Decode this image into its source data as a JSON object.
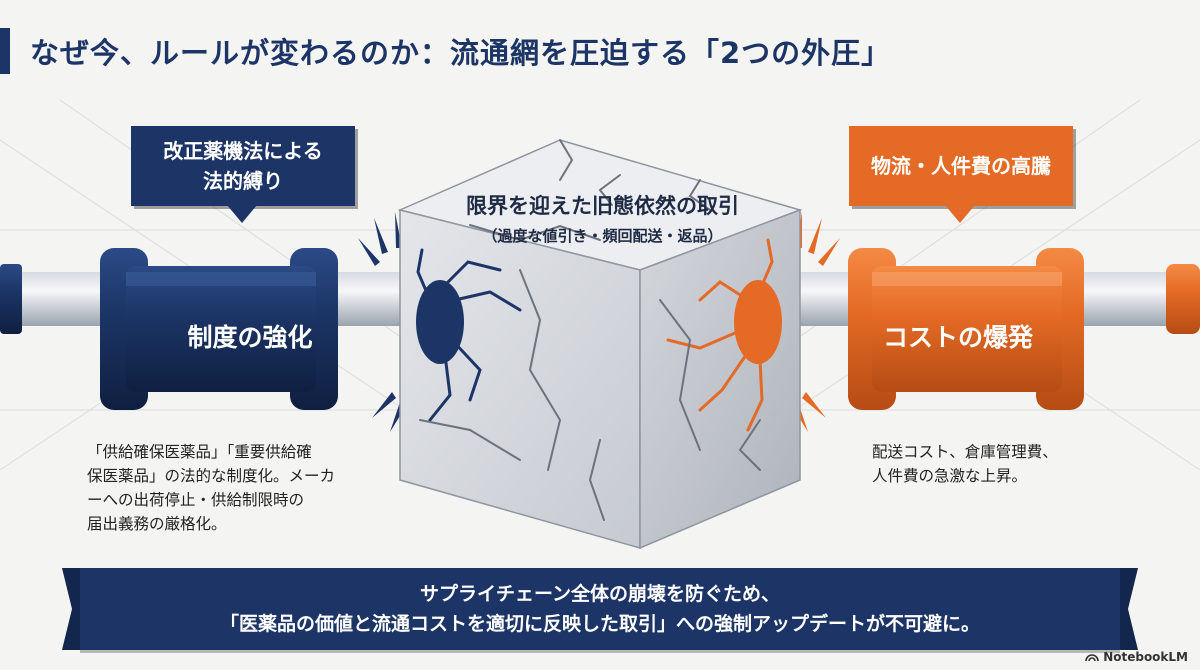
{
  "title": "なぜ今、ルールが変わるのか：流通網を圧迫する「2つの外圧」",
  "left": {
    "callout_lines": [
      "改正薬機法による",
      "法的縛り"
    ],
    "pipe_label": "制度の強化",
    "description_lines": [
      "「供給確保医薬品」「重要供給確",
      "保医薬品」の法的な制度化。メーカ",
      "ーへの出荷停止・供給制限時の",
      "届出義務の厳格化。"
    ],
    "color": "#1c3566"
  },
  "right": {
    "callout": "物流・人件費の高騰",
    "pipe_label": "コストの爆発",
    "description_lines": [
      "配送コスト、倉庫管理費、",
      "人件費の急激な上昇。"
    ],
    "color": "#e46a25"
  },
  "center": {
    "title": "限界を迎えた旧態依然の取引",
    "subtitle": "（過度な値引き・頻回配送・返品）"
  },
  "banner": {
    "line1": "サプライチェーン全体の崩壊を防ぐため、",
    "line2": "「医薬品の価値と流通コストを適切に反映した取引」への強制アップデートが不可避に。"
  },
  "brand": "NotebookLM"
}
